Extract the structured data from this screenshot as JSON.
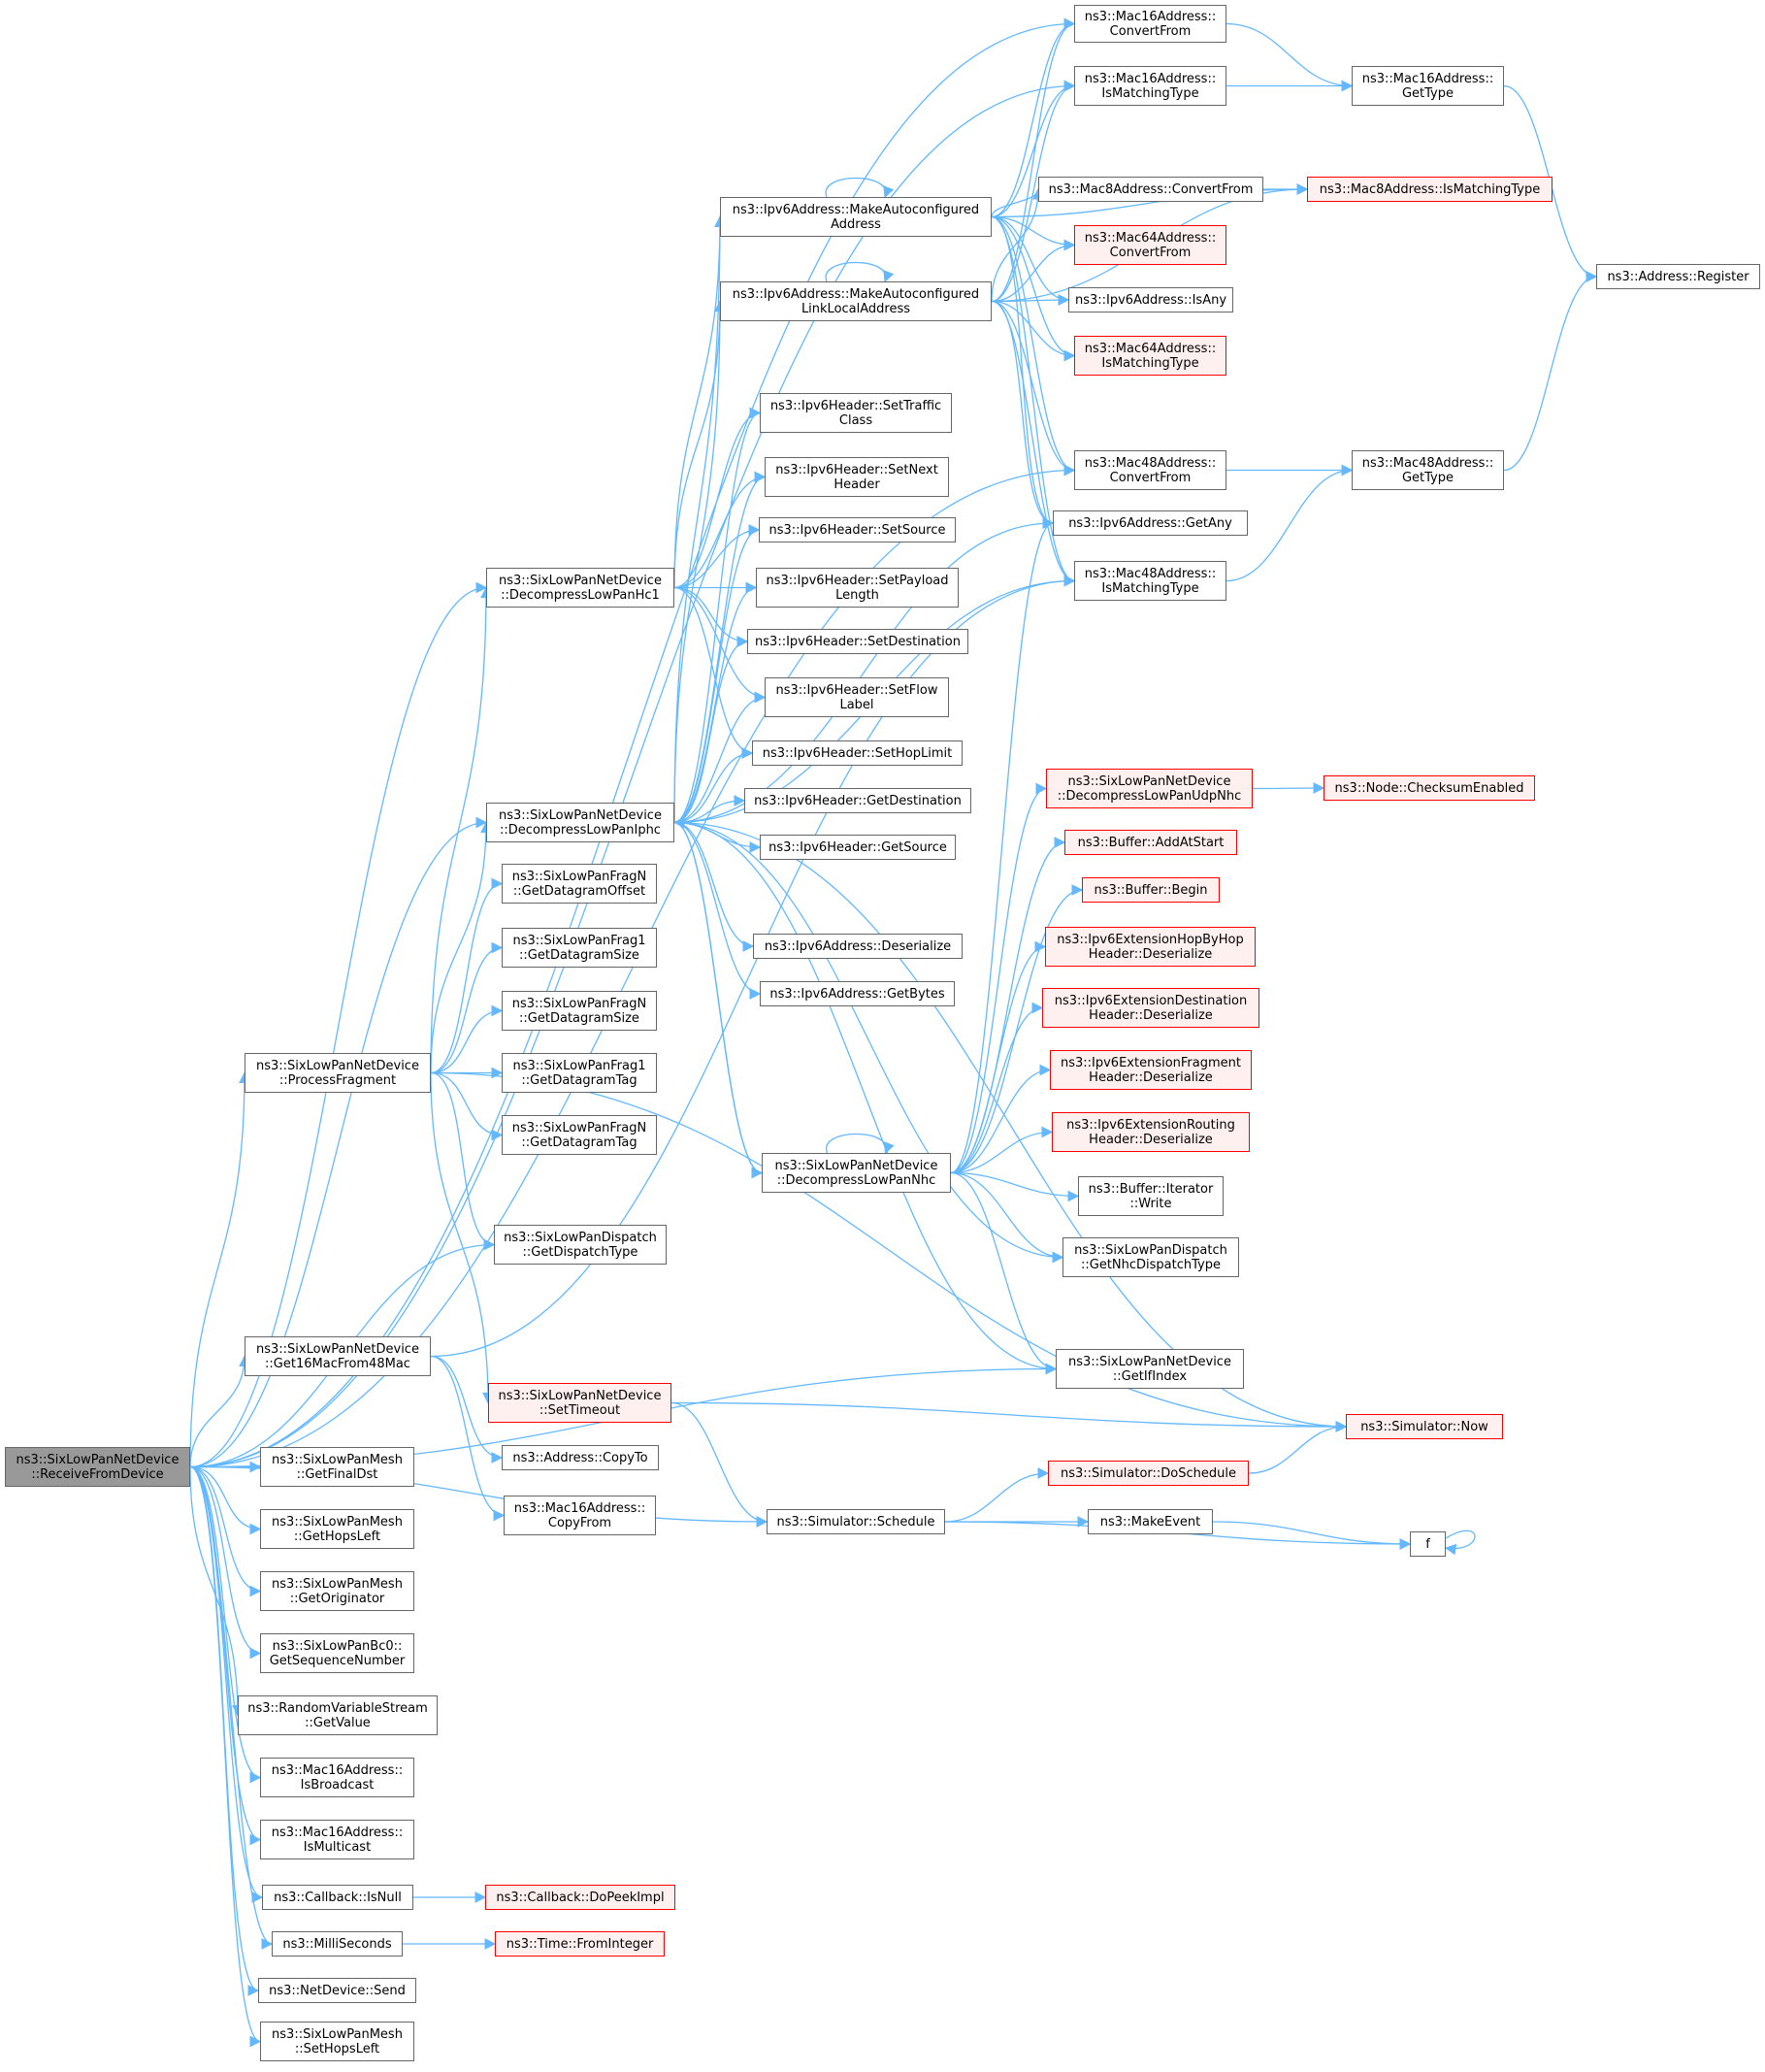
{
  "nodes": [
    {
      "id": "root",
      "label": "ns3::SixLowPanNetDevice\n::ReceiveFromDevice",
      "style": "root"
    },
    {
      "id": "mac16conv",
      "label": "ns3::Mac16Address::\nConvertFrom",
      "style": "normal"
    },
    {
      "id": "mac16match",
      "label": "ns3::Mac16Address::\nIsMatchingType",
      "style": "normal"
    },
    {
      "id": "mac16type",
      "label": "ns3::Mac16Address::\nGetType",
      "style": "normal"
    },
    {
      "id": "mac8conv",
      "label": "ns3::Mac8Address::ConvertFrom",
      "style": "normal"
    },
    {
      "id": "mac8match",
      "label": "ns3::Mac8Address::IsMatchingType",
      "style": "red"
    },
    {
      "id": "mac64conv",
      "label": "ns3::Mac64Address::\nConvertFrom",
      "style": "red"
    },
    {
      "id": "ipv6isany",
      "label": "ns3::Ipv6Address::IsAny",
      "style": "normal"
    },
    {
      "id": "mac64match",
      "label": "ns3::Mac64Address::\nIsMatchingType",
      "style": "red"
    },
    {
      "id": "addrreg",
      "label": "ns3::Address::Register",
      "style": "normal"
    },
    {
      "id": "mac48conv",
      "label": "ns3::Mac48Address::\nConvertFrom",
      "style": "normal"
    },
    {
      "id": "mac48type",
      "label": "ns3::Mac48Address::\nGetType",
      "style": "normal"
    },
    {
      "id": "ipv6getany",
      "label": "ns3::Ipv6Address::GetAny",
      "style": "normal"
    },
    {
      "id": "mac48match",
      "label": "ns3::Mac48Address::\nIsMatchingType",
      "style": "normal"
    },
    {
      "id": "ipv6autoaddr",
      "label": "ns3::Ipv6Address::MakeAutoconfigured\nAddress",
      "style": "normal"
    },
    {
      "id": "ipv6autolink",
      "label": "ns3::Ipv6Address::MakeAutoconfigured\nLinkLocalAddress",
      "style": "normal"
    },
    {
      "id": "settraffic",
      "label": "ns3::Ipv6Header::SetTraffic\nClass",
      "style": "normal"
    },
    {
      "id": "setnext",
      "label": "ns3::Ipv6Header::SetNext\nHeader",
      "style": "normal"
    },
    {
      "id": "setsource",
      "label": "ns3::Ipv6Header::SetSource",
      "style": "normal"
    },
    {
      "id": "setpayload",
      "label": "ns3::Ipv6Header::SetPayload\nLength",
      "style": "normal"
    },
    {
      "id": "setdest",
      "label": "ns3::Ipv6Header::SetDestination",
      "style": "normal"
    },
    {
      "id": "setflow",
      "label": "ns3::Ipv6Header::SetFlow\nLabel",
      "style": "normal"
    },
    {
      "id": "sethop",
      "label": "ns3::Ipv6Header::SetHopLimit",
      "style": "normal"
    },
    {
      "id": "getdest",
      "label": "ns3::Ipv6Header::GetDestination",
      "style": "normal"
    },
    {
      "id": "getsource",
      "label": "ns3::Ipv6Header::GetSource",
      "style": "normal"
    },
    {
      "id": "ipv6deser",
      "label": "ns3::Ipv6Address::Deserialize",
      "style": "normal"
    },
    {
      "id": "ipv6bytes",
      "label": "ns3::Ipv6Address::GetBytes",
      "style": "normal"
    },
    {
      "id": "dechc1",
      "label": "ns3::SixLowPanNetDevice\n::DecompressLowPanHc1",
      "style": "normal"
    },
    {
      "id": "deciphc",
      "label": "ns3::SixLowPanNetDevice\n::DecompressLowPanIphc",
      "style": "normal"
    },
    {
      "id": "fragnoffset",
      "label": "ns3::SixLowPanFragN\n::GetDatagramOffset",
      "style": "normal"
    },
    {
      "id": "frag1size",
      "label": "ns3::SixLowPanFrag1\n::GetDatagramSize",
      "style": "normal"
    },
    {
      "id": "fragnsize",
      "label": "ns3::SixLowPanFragN\n::GetDatagramSize",
      "style": "normal"
    },
    {
      "id": "frag1tag",
      "label": "ns3::SixLowPanFrag1\n::GetDatagramTag",
      "style": "normal"
    },
    {
      "id": "fragntag",
      "label": "ns3::SixLowPanFragN\n::GetDatagramTag",
      "style": "normal"
    },
    {
      "id": "procfrag",
      "label": "ns3::SixLowPanNetDevice\n::ProcessFragment",
      "style": "normal"
    },
    {
      "id": "dispatchtype",
      "label": "ns3::SixLowPanDispatch\n::GetDispatchType",
      "style": "normal"
    },
    {
      "id": "decudp",
      "label": "ns3::SixLowPanNetDevice\n::DecompressLowPanUdpNhc",
      "style": "red"
    },
    {
      "id": "checksum",
      "label": "ns3::Node::ChecksumEnabled",
      "style": "red"
    },
    {
      "id": "addatstart",
      "label": "ns3::Buffer::AddAtStart",
      "style": "red"
    },
    {
      "id": "bufbegin",
      "label": "ns3::Buffer::Begin",
      "style": "red"
    },
    {
      "id": "hopbyhop",
      "label": "ns3::Ipv6ExtensionHopByHop\nHeader::Deserialize",
      "style": "red"
    },
    {
      "id": "destext",
      "label": "ns3::Ipv6ExtensionDestination\nHeader::Deserialize",
      "style": "red"
    },
    {
      "id": "fragext",
      "label": "ns3::Ipv6ExtensionFragment\nHeader::Deserialize",
      "style": "red"
    },
    {
      "id": "routeext",
      "label": "ns3::Ipv6ExtensionRouting\nHeader::Deserialize",
      "style": "red"
    },
    {
      "id": "decnhc",
      "label": "ns3::SixLowPanNetDevice\n::DecompressLowPanNhc",
      "style": "normal"
    },
    {
      "id": "bufwrite",
      "label": "ns3::Buffer::Iterator\n::Write",
      "style": "normal"
    },
    {
      "id": "nhcdispatch",
      "label": "ns3::SixLowPanDispatch\n::GetNhcDispatchType",
      "style": "normal"
    },
    {
      "id": "getifindex",
      "label": "ns3::SixLowPanNetDevice\n::GetIfIndex",
      "style": "normal"
    },
    {
      "id": "get16mac",
      "label": "ns3::SixLowPanNetDevice\n::Get16MacFrom48Mac",
      "style": "normal"
    },
    {
      "id": "settimeout",
      "label": "ns3::SixLowPanNetDevice\n::SetTimeout",
      "style": "red"
    },
    {
      "id": "simnow",
      "label": "ns3::Simulator::Now",
      "style": "red"
    },
    {
      "id": "addrcopyto",
      "label": "ns3::Address::CopyTo",
      "style": "normal"
    },
    {
      "id": "dosched",
      "label": "ns3::Simulator::DoSchedule",
      "style": "red"
    },
    {
      "id": "mac16copy",
      "label": "ns3::Mac16Address::\nCopyFrom",
      "style": "normal"
    },
    {
      "id": "schedule",
      "label": "ns3::Simulator::Schedule",
      "style": "normal"
    },
    {
      "id": "makeevent",
      "label": "ns3::MakeEvent",
      "style": "normal"
    },
    {
      "id": "f",
      "label": "f",
      "style": "normal"
    },
    {
      "id": "meshfinal",
      "label": "ns3::SixLowPanMesh\n::GetFinalDst",
      "style": "normal"
    },
    {
      "id": "meshhops",
      "label": "ns3::SixLowPanMesh\n::GetHopsLeft",
      "style": "normal"
    },
    {
      "id": "meshorig",
      "label": "ns3::SixLowPanMesh\n::GetOriginator",
      "style": "normal"
    },
    {
      "id": "bc0seq",
      "label": "ns3::SixLowPanBc0::\nGetSequenceNumber",
      "style": "normal"
    },
    {
      "id": "rvsgetvalue",
      "label": "ns3::RandomVariableStream\n::GetValue",
      "style": "normal"
    },
    {
      "id": "mac16bcast",
      "label": "ns3::Mac16Address::\nIsBroadcast",
      "style": "normal"
    },
    {
      "id": "mac16mcast",
      "label": "ns3::Mac16Address::\nIsMulticast",
      "style": "normal"
    },
    {
      "id": "cbisnull",
      "label": "ns3::Callback::IsNull",
      "style": "normal"
    },
    {
      "id": "cbdopeek",
      "label": "ns3::Callback::DoPeekImpl",
      "style": "red"
    },
    {
      "id": "millisec",
      "label": "ns3::MilliSeconds",
      "style": "normal"
    },
    {
      "id": "timefromint",
      "label": "ns3::Time::FromInteger",
      "style": "red"
    },
    {
      "id": "netdevsend",
      "label": "ns3::NetDevice::Send",
      "style": "normal"
    },
    {
      "id": "meshsethops",
      "label": "ns3::SixLowPanMesh\n::SetHopsLeft",
      "style": "normal"
    }
  ],
  "edges": [
    [
      "root",
      "mac16conv"
    ],
    [
      "root",
      "mac16match"
    ],
    [
      "root",
      "mac48conv"
    ],
    [
      "root",
      "dechc1"
    ],
    [
      "root",
      "deciphc"
    ],
    [
      "root",
      "procfrag"
    ],
    [
      "root",
      "dispatchtype"
    ],
    [
      "root",
      "getifindex"
    ],
    [
      "root",
      "get16mac"
    ],
    [
      "root",
      "schedule"
    ],
    [
      "root",
      "meshfinal"
    ],
    [
      "root",
      "meshhops"
    ],
    [
      "root",
      "meshorig"
    ],
    [
      "root",
      "bc0seq"
    ],
    [
      "root",
      "rvsgetvalue"
    ],
    [
      "root",
      "mac16bcast"
    ],
    [
      "root",
      "mac16mcast"
    ],
    [
      "root",
      "cbisnull"
    ],
    [
      "root",
      "millisec"
    ],
    [
      "root",
      "netdevsend"
    ],
    [
      "root",
      "meshsethops"
    ],
    [
      "mac16conv",
      "mac16type"
    ],
    [
      "mac16match",
      "mac16type"
    ],
    [
      "mac16type",
      "addrreg"
    ],
    [
      "mac8conv",
      "mac8match"
    ],
    [
      "mac48conv",
      "mac48type"
    ],
    [
      "mac48type",
      "addrreg"
    ],
    [
      "mac48match",
      "mac48type"
    ],
    [
      "ipv6autoaddr",
      "mac16conv"
    ],
    [
      "ipv6autoaddr",
      "mac16match"
    ],
    [
      "ipv6autoaddr",
      "mac8conv"
    ],
    [
      "ipv6autoaddr",
      "mac8match"
    ],
    [
      "ipv6autoaddr",
      "mac64conv"
    ],
    [
      "ipv6autoaddr",
      "ipv6isany"
    ],
    [
      "ipv6autoaddr",
      "mac64match"
    ],
    [
      "ipv6autoaddr",
      "mac48conv"
    ],
    [
      "ipv6autoaddr",
      "ipv6getany"
    ],
    [
      "ipv6autoaddr",
      "mac48match"
    ],
    [
      "ipv6autoaddr",
      "ipv6autoaddr"
    ],
    [
      "ipv6autolink",
      "mac16conv"
    ],
    [
      "ipv6autolink",
      "mac16match"
    ],
    [
      "ipv6autolink",
      "mac8conv"
    ],
    [
      "ipv6autolink",
      "mac8match"
    ],
    [
      "ipv6autolink",
      "mac64conv"
    ],
    [
      "ipv6autolink",
      "ipv6isany"
    ],
    [
      "ipv6autolink",
      "mac64match"
    ],
    [
      "ipv6autolink",
      "mac48conv"
    ],
    [
      "ipv6autolink",
      "ipv6getany"
    ],
    [
      "ipv6autolink",
      "mac48match"
    ],
    [
      "ipv6autolink",
      "ipv6autolink"
    ],
    [
      "dechc1",
      "ipv6autoaddr"
    ],
    [
      "dechc1",
      "ipv6autolink"
    ],
    [
      "dechc1",
      "settraffic"
    ],
    [
      "dechc1",
      "setnext"
    ],
    [
      "dechc1",
      "setsource"
    ],
    [
      "dechc1",
      "setpayload"
    ],
    [
      "dechc1",
      "setdest"
    ],
    [
      "dechc1",
      "setflow"
    ],
    [
      "dechc1",
      "sethop"
    ],
    [
      "deciphc",
      "ipv6autoaddr"
    ],
    [
      "deciphc",
      "ipv6autolink"
    ],
    [
      "deciphc",
      "settraffic"
    ],
    [
      "deciphc",
      "setnext"
    ],
    [
      "deciphc",
      "setsource"
    ],
    [
      "deciphc",
      "setpayload"
    ],
    [
      "deciphc",
      "setdest"
    ],
    [
      "deciphc",
      "setflow"
    ],
    [
      "deciphc",
      "sethop"
    ],
    [
      "deciphc",
      "getdest"
    ],
    [
      "deciphc",
      "getsource"
    ],
    [
      "deciphc",
      "ipv6deser"
    ],
    [
      "deciphc",
      "ipv6bytes"
    ],
    [
      "deciphc",
      "ipv6getany"
    ],
    [
      "deciphc",
      "decnhc"
    ],
    [
      "deciphc",
      "nhcdispatch"
    ],
    [
      "deciphc",
      "getifindex"
    ],
    [
      "deciphc",
      "simnow"
    ],
    [
      "deciphc",
      "mac48match"
    ],
    [
      "procfrag",
      "dechc1"
    ],
    [
      "procfrag",
      "deciphc"
    ],
    [
      "procfrag",
      "fragnoffset"
    ],
    [
      "procfrag",
      "frag1size"
    ],
    [
      "procfrag",
      "fragnsize"
    ],
    [
      "procfrag",
      "frag1tag"
    ],
    [
      "procfrag",
      "fragntag"
    ],
    [
      "procfrag",
      "dispatchtype"
    ],
    [
      "procfrag",
      "settimeout"
    ],
    [
      "procfrag",
      "simnow"
    ],
    [
      "decnhc",
      "decudp"
    ],
    [
      "decnhc",
      "addatstart"
    ],
    [
      "decnhc",
      "bufbegin"
    ],
    [
      "decnhc",
      "hopbyhop"
    ],
    [
      "decnhc",
      "destext"
    ],
    [
      "decnhc",
      "fragext"
    ],
    [
      "decnhc",
      "routeext"
    ],
    [
      "decnhc",
      "bufwrite"
    ],
    [
      "decnhc",
      "nhcdispatch"
    ],
    [
      "decnhc",
      "getifindex"
    ],
    [
      "decnhc",
      "decnhc"
    ],
    [
      "decnhc",
      "ipv6getany"
    ],
    [
      "decnhc",
      "deciphc"
    ],
    [
      "decudp",
      "checksum"
    ],
    [
      "get16mac",
      "mac48match"
    ],
    [
      "get16mac",
      "addrcopyto"
    ],
    [
      "get16mac",
      "mac16copy"
    ],
    [
      "settimeout",
      "simnow"
    ],
    [
      "settimeout",
      "schedule"
    ],
    [
      "schedule",
      "dosched"
    ],
    [
      "schedule",
      "makeevent"
    ],
    [
      "schedule",
      "f"
    ],
    [
      "dosched",
      "simnow"
    ],
    [
      "makeevent",
      "f"
    ],
    [
      "f",
      "f"
    ],
    [
      "cbisnull",
      "cbdopeek"
    ],
    [
      "millisec",
      "timefromint"
    ]
  ],
  "colors": {
    "edge": "#63b8ff",
    "border": "#666666",
    "red_border": "#ff0000",
    "red_fill": "#fff0f0",
    "root_fill": "#999999"
  }
}
